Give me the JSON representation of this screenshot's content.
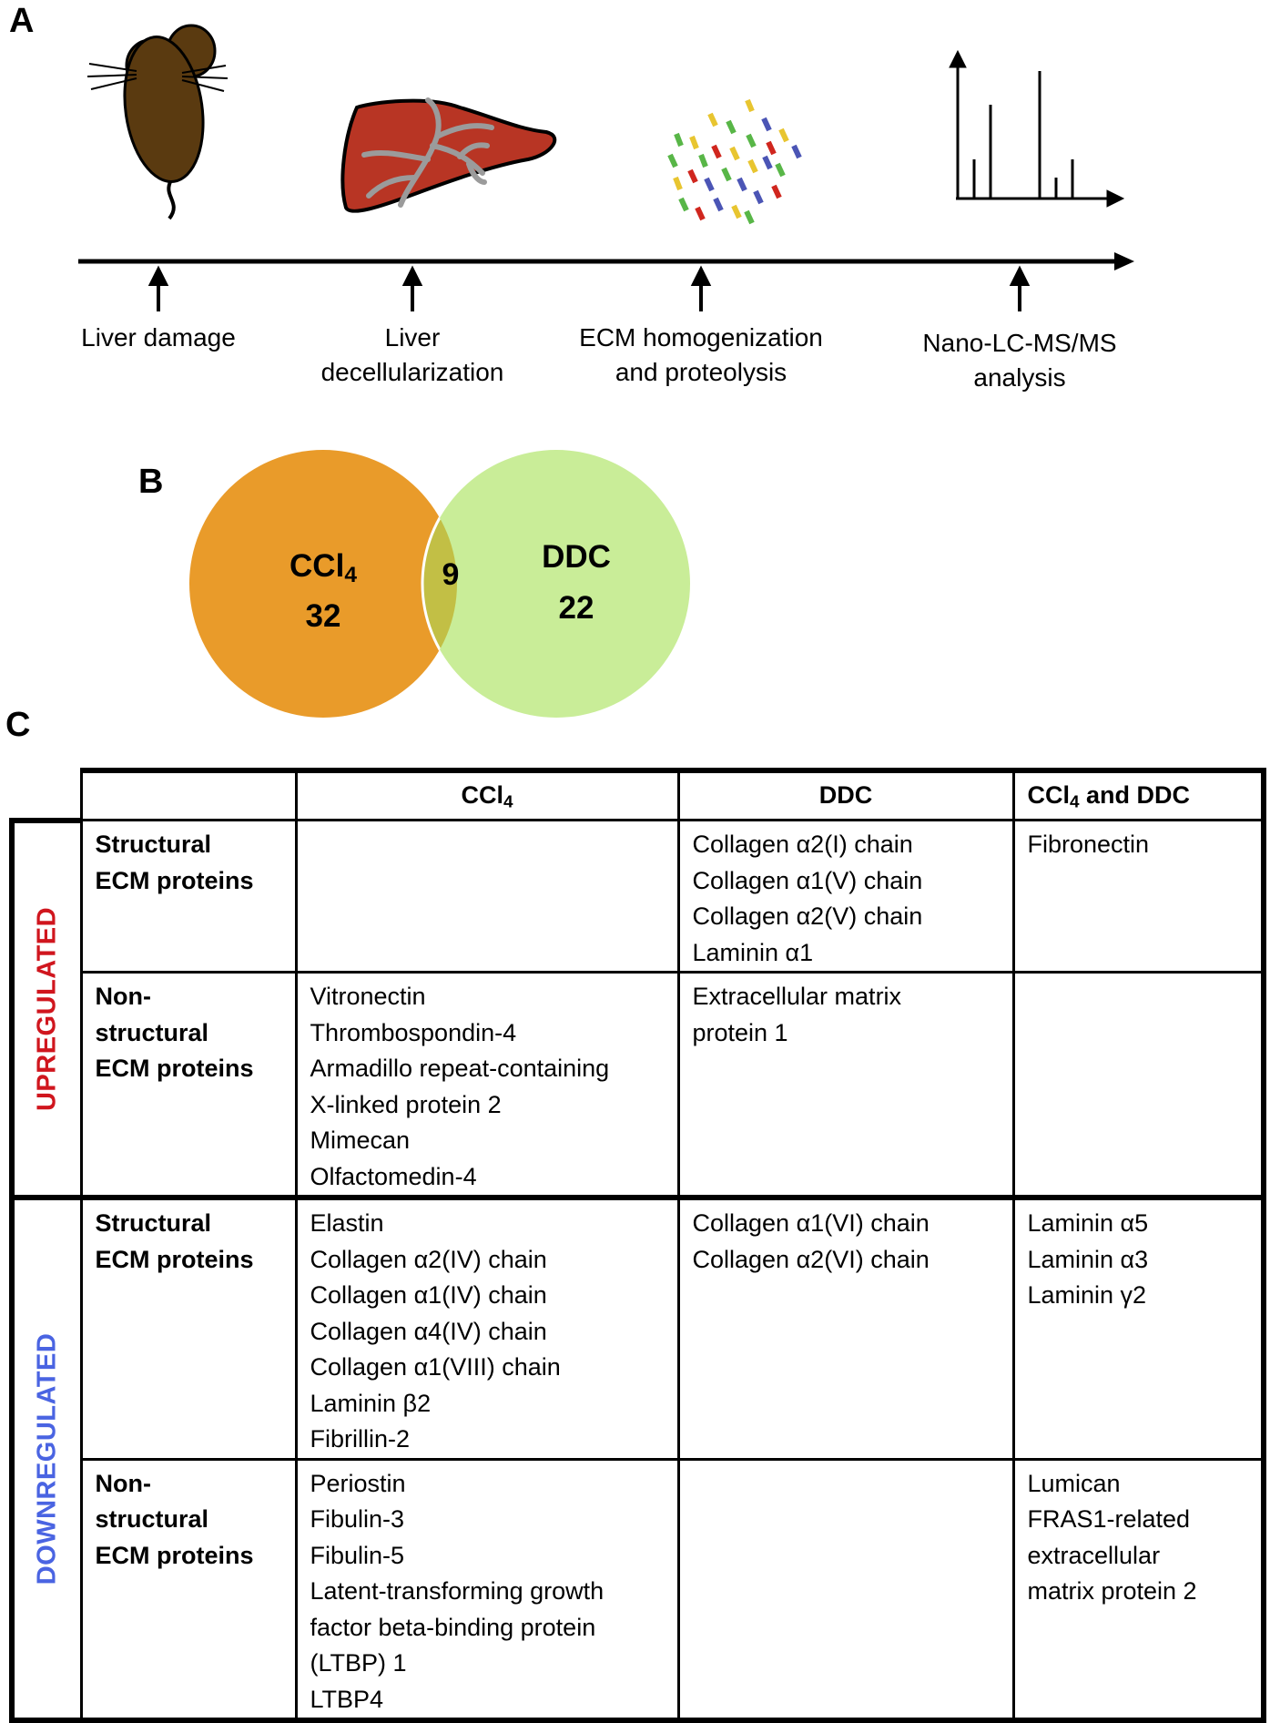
{
  "panel_a": {
    "letter": "A",
    "steps": [
      {
        "line1": "Liver damage",
        "line2": ""
      },
      {
        "line1": "Liver",
        "line2": "decellularization"
      },
      {
        "line1": "ECM homogenization",
        "line2": "and proteolysis"
      },
      {
        "line1": "Nano-LC-MS/MS",
        "line2": "analysis"
      }
    ],
    "icons": [
      "mouse-icon",
      "liver-icon",
      "peptide-fragments-icon",
      "spectrum-icon"
    ]
  },
  "panel_b": {
    "letter": "B",
    "left_label": "CCl",
    "left_sub": "4",
    "left_count": "32",
    "overlap_count": "9",
    "right_label": "DDC",
    "right_count": "22",
    "colors": {
      "left": "#e99b2a",
      "right": "#c9ed98",
      "overlap": "#c2bf45"
    }
  },
  "panel_c": {
    "letter": "C",
    "headers": {
      "ccl4": "CCl",
      "ccl4_sub": "4",
      "ddc": "DDC",
      "both_pre": "CCl",
      "both_sub": "4",
      "both_post": " and DDC"
    },
    "upregulated": {
      "label": "UPREGULATED",
      "color": "#d0161e",
      "structural": {
        "category": [
          "Structural",
          "ECM proteins"
        ],
        "ccl4": [],
        "ddc": [
          "Collagen α2(I) chain",
          "Collagen α1(V) chain",
          "Collagen α2(V) chain",
          "Laminin α1"
        ],
        "both": [
          "Fibronectin"
        ]
      },
      "nonstructural": {
        "category": [
          "Non-",
          "structural",
          "ECM proteins"
        ],
        "ccl4": [
          "Vitronectin",
          "Thrombospondin-4",
          "Armadillo repeat-containing",
          "X-linked protein 2",
          "Mimecan",
          "Olfactomedin-4"
        ],
        "ddc": [
          "Extracellular matrix",
          "protein 1"
        ],
        "both": []
      }
    },
    "downregulated": {
      "label": "DOWNREGULATED",
      "color": "#4a64e2",
      "structural": {
        "category": [
          "Structural",
          "ECM proteins"
        ],
        "ccl4": [
          "Elastin",
          "Collagen α2(IV) chain",
          "Collagen α1(IV) chain",
          "Collagen α4(IV) chain",
          "Collagen α1(VIII) chain",
          "Laminin β2",
          "Fibrillin-2"
        ],
        "ddc": [
          "Collagen α1(VI) chain",
          "Collagen α2(VI) chain"
        ],
        "both": [
          "Laminin α5",
          "Laminin α3",
          "Laminin γ2"
        ]
      },
      "nonstructural": {
        "category": [
          "Non-",
          "structural",
          "ECM proteins"
        ],
        "ccl4": [
          "Periostin",
          "Fibulin-3",
          "Fibulin-5",
          "Latent-transforming growth",
          "factor beta-binding protein",
          "(LTBP) 1",
          "LTBP4"
        ],
        "ddc": [],
        "both": [
          "Lumican",
          "FRAS1-related",
          "extracellular",
          "matrix protein 2"
        ]
      }
    }
  }
}
